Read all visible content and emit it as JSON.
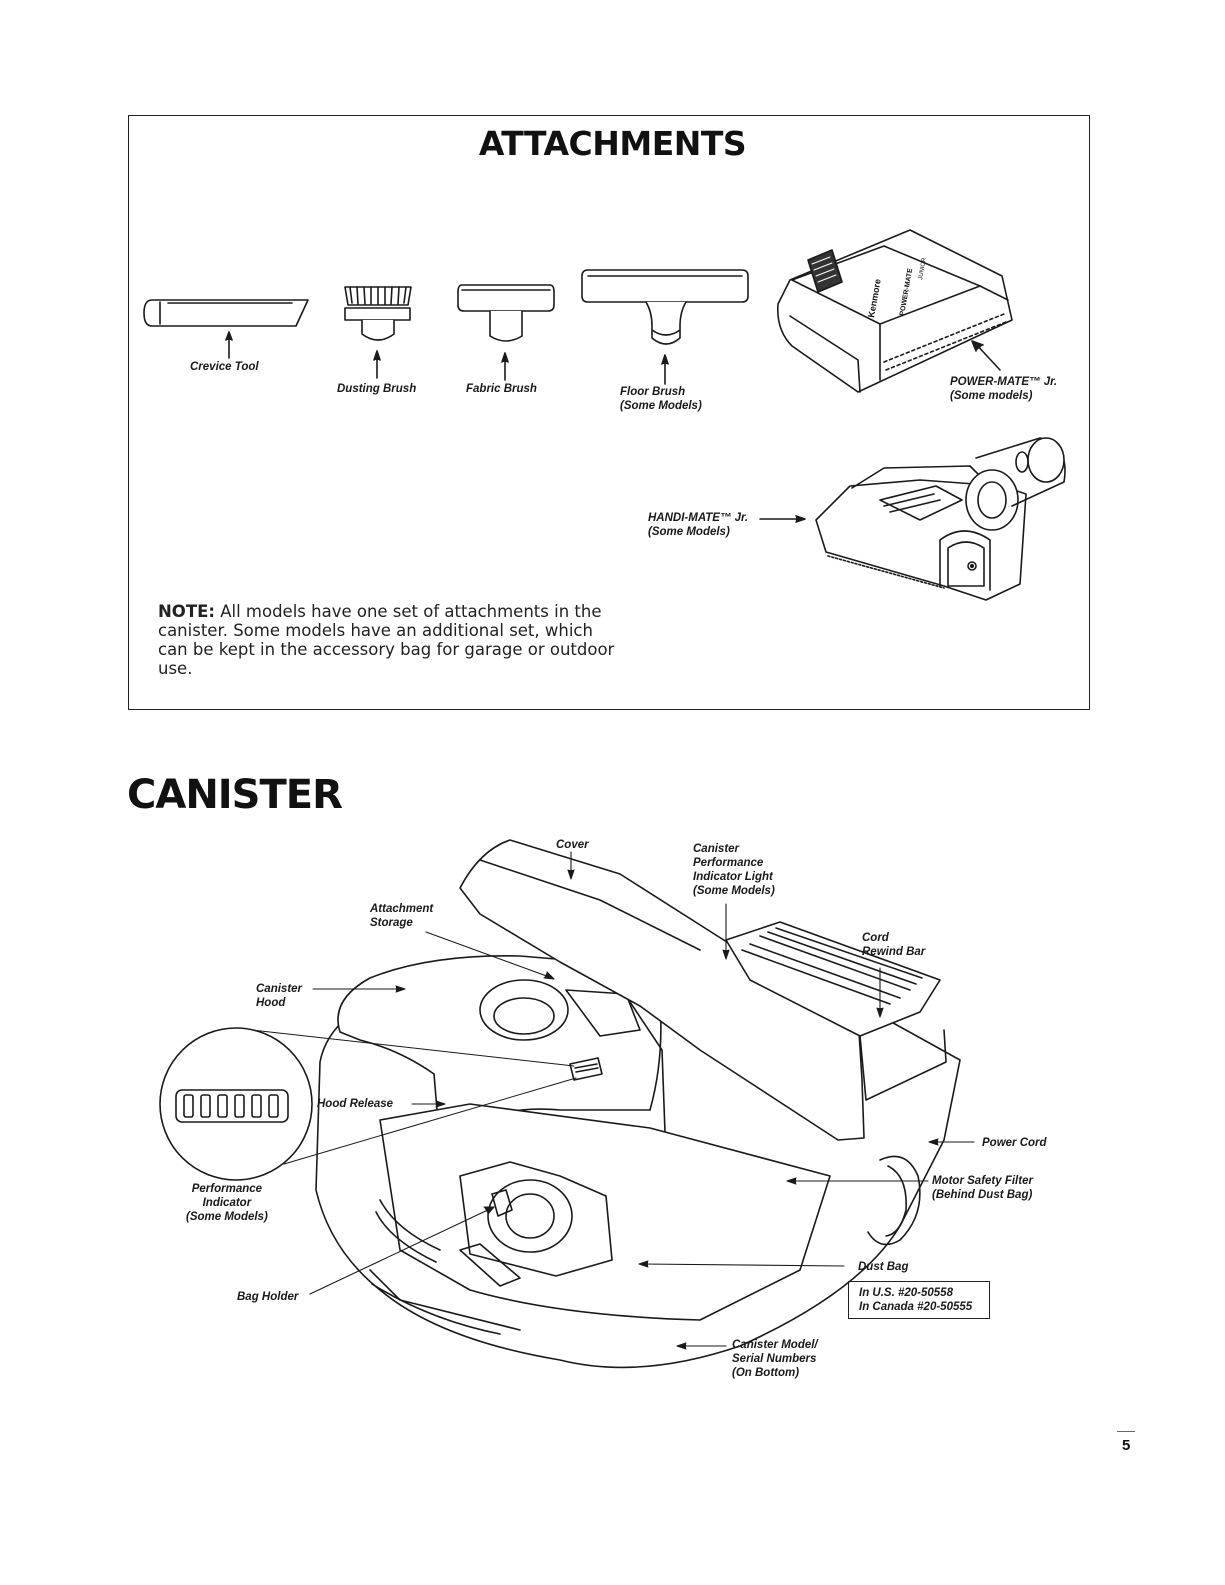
{
  "attachments": {
    "title": "ATTACHMENTS",
    "labels": {
      "crevice_tool": "Crevice Tool",
      "dusting_brush": "Dusting Brush",
      "fabric_brush": "Fabric Brush",
      "floor_brush_1": "Floor Brush",
      "floor_brush_2": "(Some Models)",
      "power_mate_1": "POWER-MATE™ Jr.",
      "power_mate_2": "(Some models)",
      "handi_mate_1": "HANDI-MATE™ Jr.",
      "handi_mate_2": "(Some Models)"
    },
    "power_mate_brand_text": [
      "Kenmore",
      "POWER-MATE",
      "JUNIOR"
    ],
    "note_prefix": "NOTE:",
    "note_text": " All models have one set of attachments in the canister. Some models have an additional set, which can be kept in the accessory bag for garage or outdoor use."
  },
  "canister": {
    "title": "CANISTER",
    "labels": {
      "cover": "Cover",
      "indicator_light_1": "Canister",
      "indicator_light_2": "Performance",
      "indicator_light_3": "Indicator Light",
      "indicator_light_4": "(Some Models)",
      "attachment_storage_1": "Attachment",
      "attachment_storage_2": "Storage",
      "cord_rewind_1": "Cord",
      "cord_rewind_2": "Rewind Bar",
      "canister_hood_1": "Canister",
      "canister_hood_2": "Hood",
      "hood_release": "Hood Release",
      "power_cord": "Power Cord",
      "motor_filter_1": "Motor Safety Filter",
      "motor_filter_2": "(Behind Dust Bag)",
      "performance_indicator_1": "Performance",
      "performance_indicator_2": "Indicator",
      "performance_indicator_3": "(Some Models)",
      "dust_bag": "Dust Bag",
      "part_us": "In U.S. #20-50558",
      "part_canada": "In Canada #20-50555",
      "bag_holder": "Bag Holder",
      "model_serial_1": "Canister Model/",
      "model_serial_2": "Serial Numbers",
      "model_serial_3": "(On Bottom)"
    }
  },
  "page_number": "5"
}
